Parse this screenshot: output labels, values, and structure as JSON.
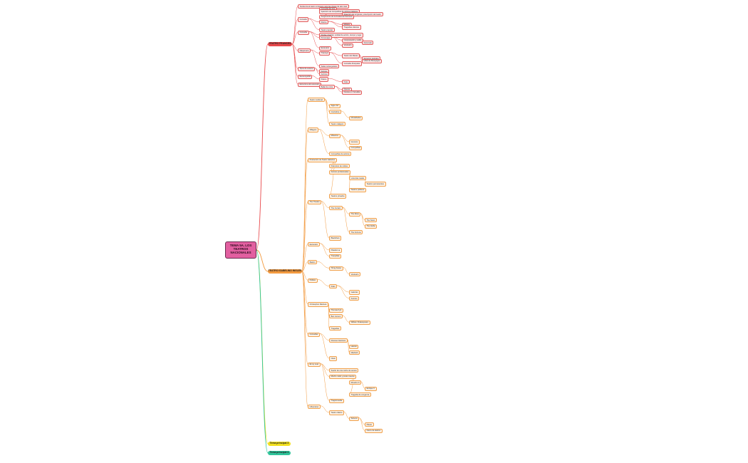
{
  "central_topic": "TEMA 5A. LOS TEATROS NACIONALES",
  "branches": [
    {
      "title": "TEATRO FRANCES",
      "color": "#e8484b",
      "nodes": [
        "Tendencia al teatro cortesano para las clases de alto nivel",
        "Comedia del Arte",
        "Aparición de Compañías de actores italianos",
        "Reacción de la Iglesia: proscripción del teatro",
        "Surgimiento de la Academia Francesa",
        "Corneille",
        "Racine",
        "Molière",
        "Tragedias clásicas",
        "Teatro popular",
        "Comedia",
        "Reglas clásicas: unidad de acción, tiempo y lugar",
        "Personajes",
        "Interpretación y estilo",
        "Decorado",
        "Vestuario",
        "Escenario",
        "Maquinaria",
        "Tramoya",
        "Teatro del Marais",
        "Espacios teatrales",
        "Hôtel de Bourgogne",
        "Comédie-Française",
        "Salas rectangulares",
        "Tipos de escena",
        "Actores",
        "Actrices",
        "Escenografía",
        "Palcos",
        "Patio",
        "Estructura del escenario",
        "Ballet de corte",
        "Óperas",
        "Fiestas en Versalles"
      ]
    },
    {
      "title": "TEATRO ISABELINO INGLES",
      "color": "#f39a3f",
      "nodes": [
        "Teatro medieval",
        "Siglo XVI",
        "Interludios",
        "Moralidades",
        "Teatro callejero",
        "Milagros",
        "Misterios",
        "Gremios",
        "Compañías",
        "Compañías de actores",
        "Producción de Teatro Isabelino",
        "Patrocinio de nobles",
        "Actores profesionales",
        "Licencias reales",
        "Teatros permanentes",
        "Teatros públicos",
        "Teatros privados",
        "The Theatre",
        "The Curtain",
        "The Rose",
        "The Swan",
        "The Globe",
        "The Fortune",
        "Blackfriars",
        "Escenario",
        "Plataforma",
        "Trampillas",
        "Balcón",
        "Tiring-house",
        "Vestuario",
        "Público",
        "Patio",
        "Galerías",
        "Autores",
        "Christopher Marlowe",
        "Thomas Kyd",
        "Ben Jonson",
        "William Shakespeare",
        "Tragedias",
        "Comedias",
        "Dramas históricos",
        "Hamlet",
        "Macbeth",
        "Otelo",
        "El rey Lear",
        "Sueño de una noche de verano",
        "Mucho ruido y pocas nueces",
        "Ricardo III",
        "Enrique V",
        "Tragedia de venganza",
        "Tragicomedia",
        "Influencias",
        "Teatro clásico",
        "Séneca",
        "Plauto",
        "Cierre de teatros"
      ]
    },
    {
      "title": "Tema principal 3",
      "color": "#f3e01e",
      "nodes": []
    },
    {
      "title": "Tema principal 4",
      "color": "#2fc49a",
      "nodes": []
    }
  ]
}
